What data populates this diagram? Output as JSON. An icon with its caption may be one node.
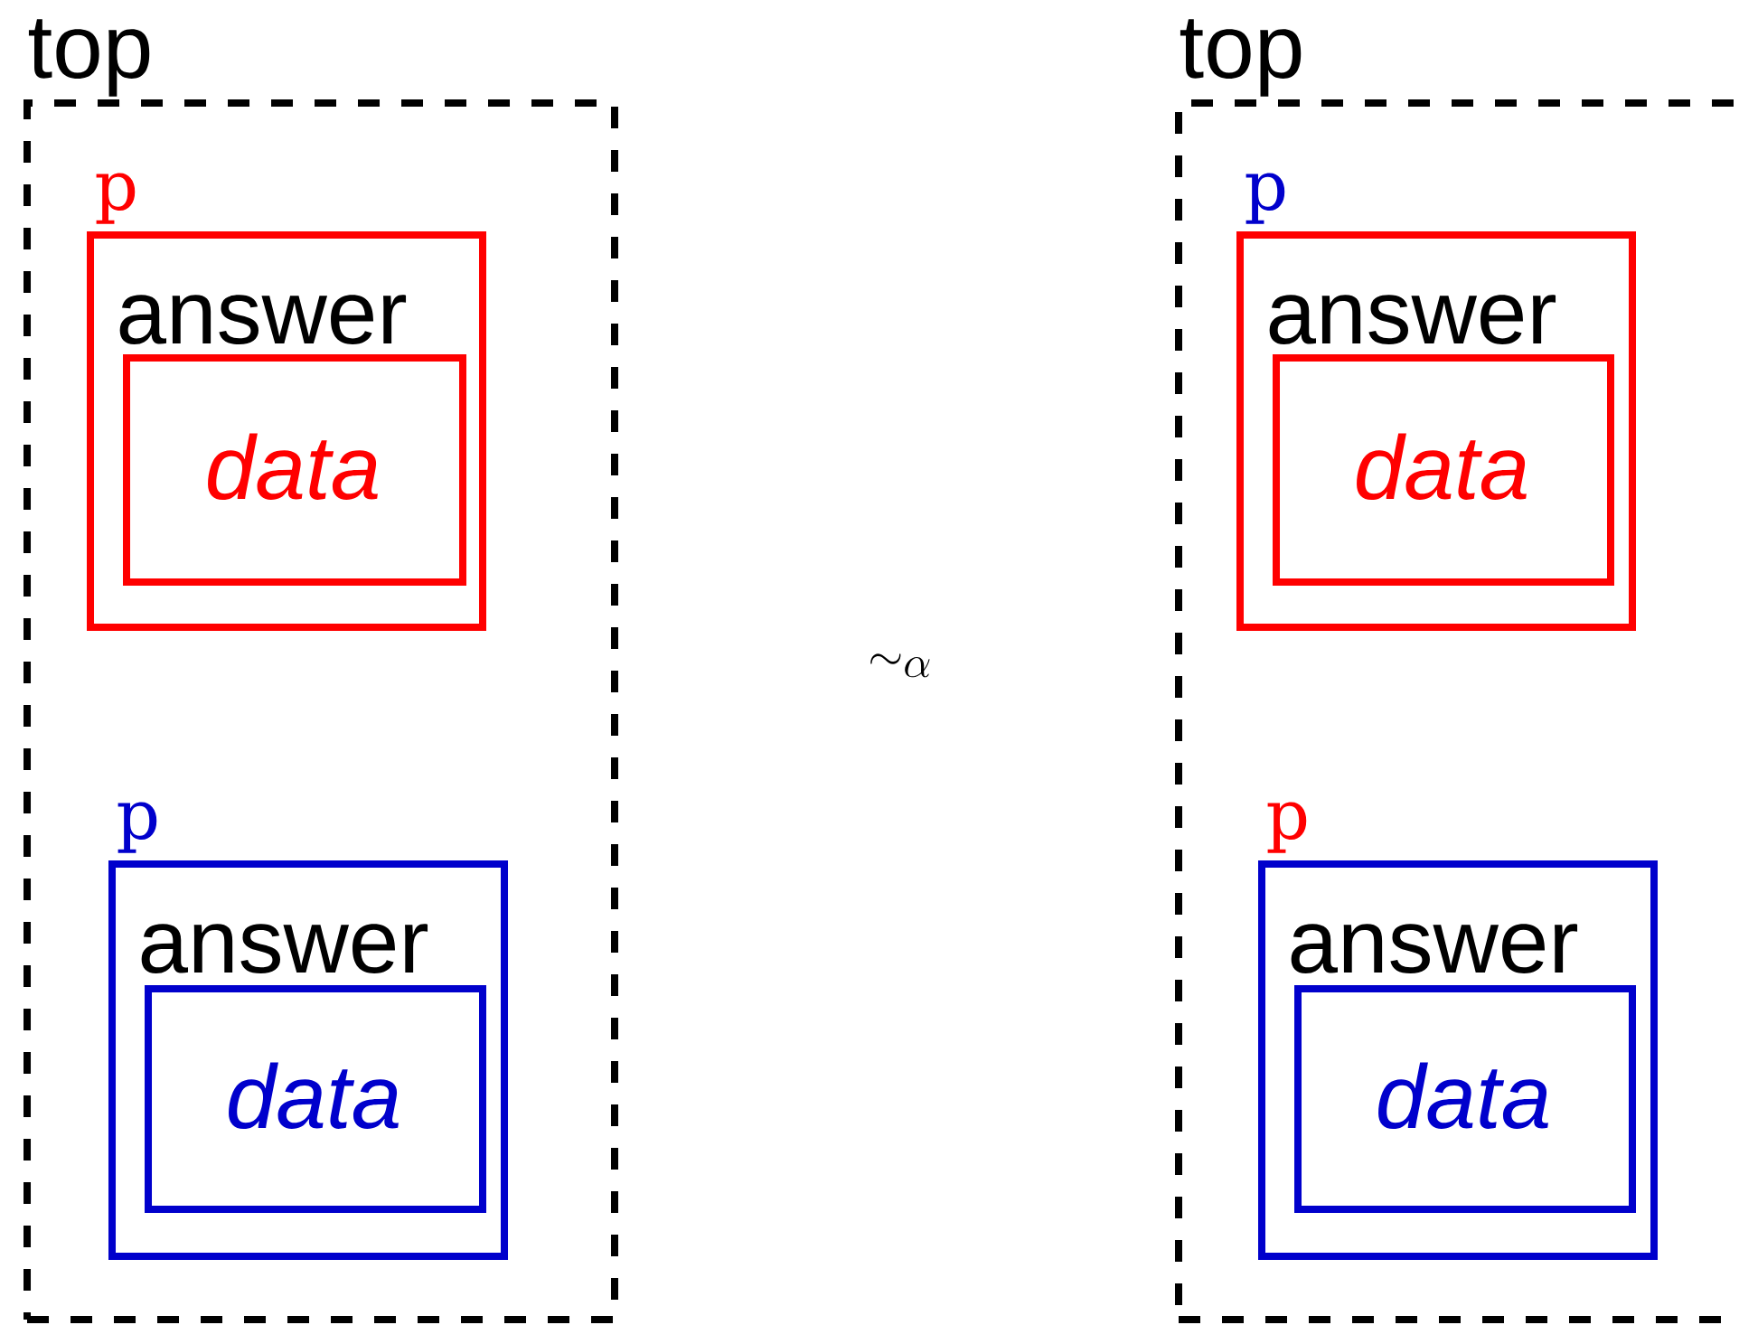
{
  "diagram": {
    "nodes": [
      {
        "text": [
          "top"
        ]
      },
      {
        "text": [
          "p",
          "answer"
        ],
        "in": 0
      },
      {
        "text": [
          "data"
        ],
        "in": 1
      },
      {
        "text": [
          "p",
          "answer"
        ],
        "in": 0
      },
      {
        "text": [
          "data"
        ],
        "in": 3
      },
      {
        "text": [
          "top"
        ]
      },
      {
        "text": [
          "p",
          "answer"
        ],
        "in": 5
      },
      {
        "text": [
          "data"
        ],
        "in": 6
      },
      {
        "text": [
          "p",
          "answer"
        ],
        "in": 5
      },
      {
        "text": [
          "data"
        ],
        "in": 8
      }
    ],
    "labels": [
      "\\sim_{\\alpha}"
    ]
  }
}
